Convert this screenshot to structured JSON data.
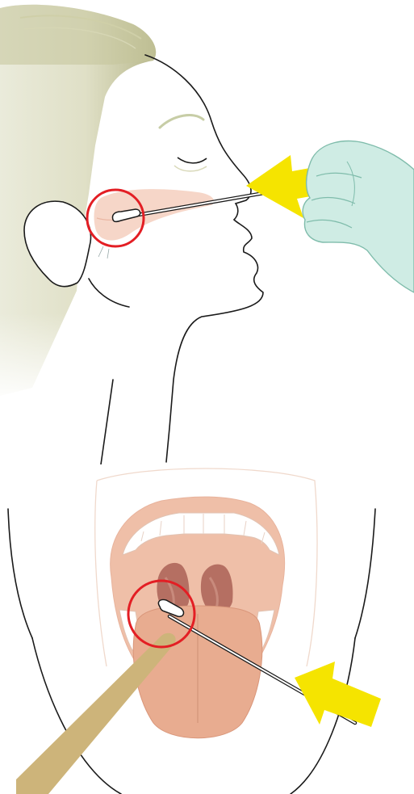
{
  "figure": {
    "panels": [
      {
        "name": "nasopharyngeal-swab",
        "sampling_site": "nasopharynx",
        "view": "side-profile"
      },
      {
        "name": "oropharyngeal-swab",
        "sampling_site": "posterior-pharyngeal-wall",
        "view": "front-open-mouth",
        "tool": "tongue-depressor"
      }
    ],
    "colors": {
      "highlight_circle": "#e31e24",
      "insertion_arrow": "#f5e400",
      "glove": "#cfece4",
      "glove_outline": "#7fbcab",
      "hair_dark": "#b9b988",
      "skin_outline": "#1a1a1a",
      "mucosa": "#efbfa8",
      "throat_shadow": "#b56f62",
      "tongue_depressor": "#cdb47a",
      "swab_tip": "#ffffff"
    },
    "icons": [
      "highlight-circle",
      "insertion-arrow",
      "swab"
    ]
  }
}
